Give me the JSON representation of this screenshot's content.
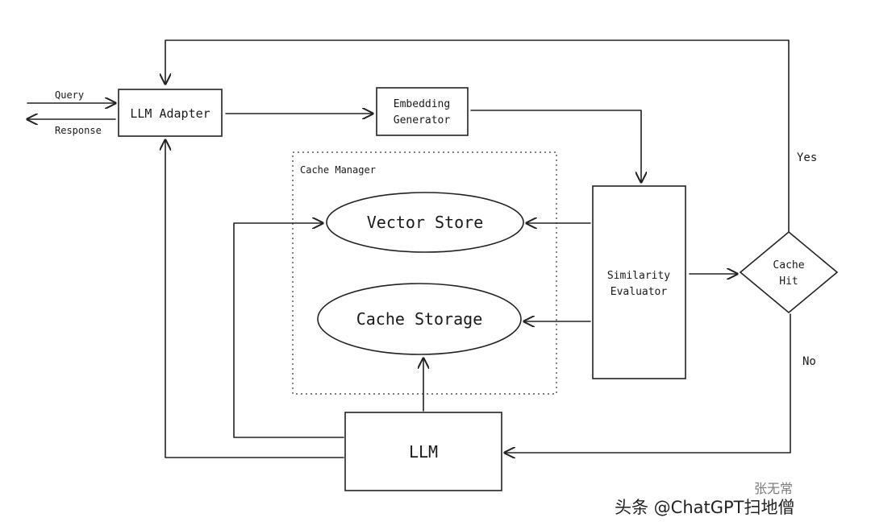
{
  "diagram": {
    "nodes": {
      "llm_adapter": "LLM Adapter",
      "embedding_generator": [
        "Embedding",
        "Generator"
      ],
      "cache_manager": "Cache Manager",
      "vector_store": "Vector Store",
      "cache_storage": "Cache Storage",
      "similarity_evaluator": [
        "Similarity",
        "Evaluator"
      ],
      "cache_hit": [
        "Cache",
        "Hit"
      ],
      "llm": "LLM"
    },
    "edge_labels": {
      "query": "Query",
      "response": "Response",
      "yes": "Yes",
      "no": "No"
    }
  },
  "watermark": {
    "text": "头条 @ChatGPT扫地僧",
    "faint": "张无常"
  }
}
